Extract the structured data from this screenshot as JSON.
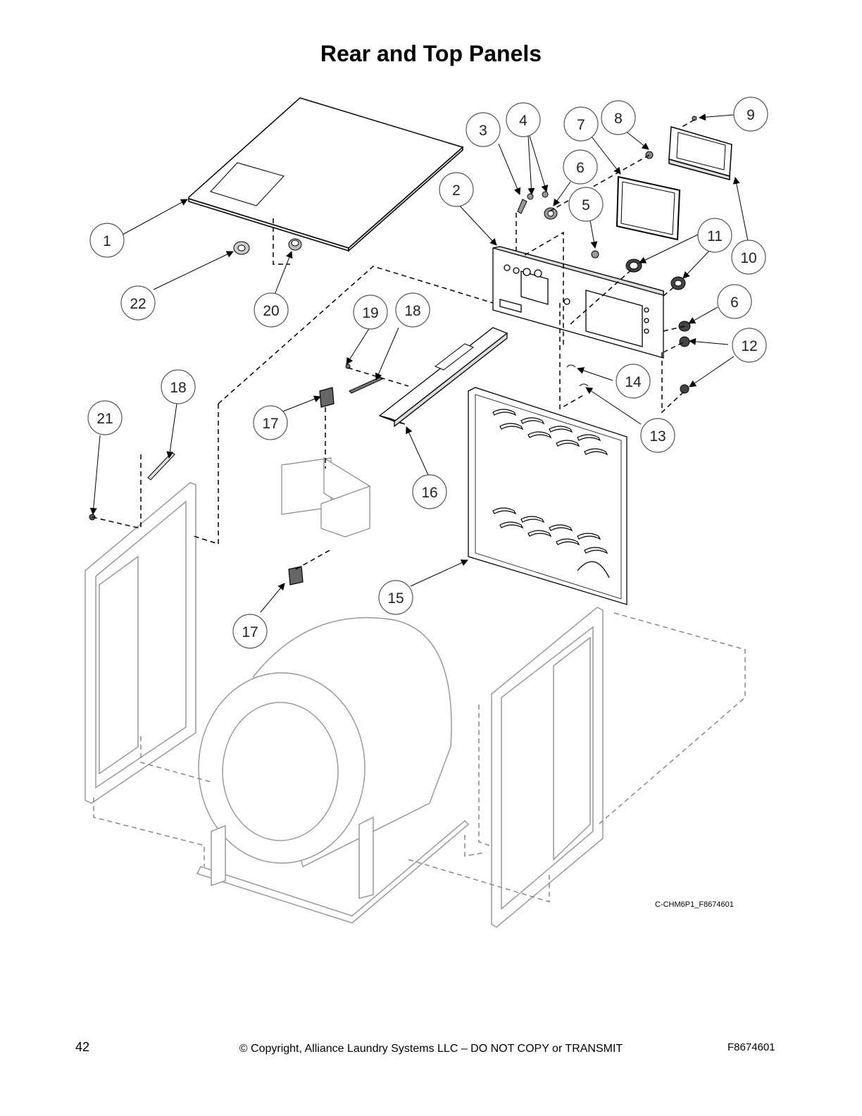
{
  "title": "Rear and Top Panels",
  "drawing_code": "C-CHM6P1_F8674601",
  "footer": {
    "page_number": "42",
    "copyright": "© Copyright, Alliance Laundry Systems LLC – DO NOT COPY or TRANSMIT",
    "doc_number": "F8674601"
  },
  "callouts": [
    "1",
    "2",
    "3",
    "4",
    "5",
    "6",
    "7",
    "8",
    "9",
    "10",
    "11",
    "6",
    "12",
    "14",
    "13",
    "15",
    "16",
    "17",
    "17",
    "18",
    "18",
    "19",
    "20",
    "21",
    "22"
  ]
}
